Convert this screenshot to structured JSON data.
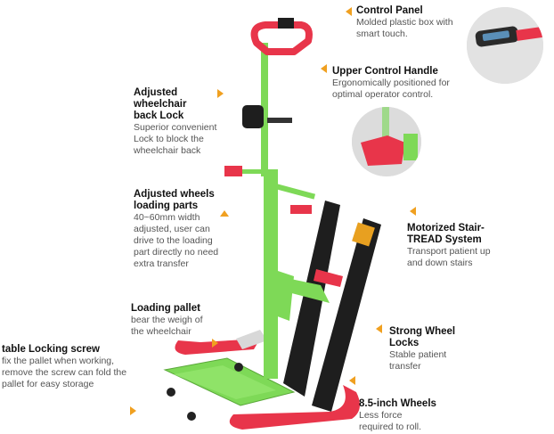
{
  "colors": {
    "frame_green": "#7ed957",
    "handle_red": "#e8354a",
    "track_black": "#1e1e1e",
    "arrow_orange": "#f0a020"
  },
  "callouts": {
    "control_panel": {
      "title": "Control Panel",
      "desc": "Molded plastic box with smart touch."
    },
    "upper_handle": {
      "title": "Upper Control Handle",
      "desc": "Ergonomically positioned for optimal operator control."
    },
    "back_lock": {
      "title": "Adjusted wheelchair back Lock",
      "desc": "Superior convenient Lock to block the wheelchair back"
    },
    "wheels_loading": {
      "title": "Adjusted wheels loading parts",
      "desc": "40~60mm width adjusted, user can drive to the loading part directly no need extra transfer"
    },
    "motorized": {
      "title": "Motorized Stair-TREAD System",
      "desc": "Transport patient up and down stairs"
    },
    "loading_pallet": {
      "title": "Loading pallet",
      "desc": "bear the weigh of the wheelchair"
    },
    "wheel_locks": {
      "title": "Strong Wheel Locks",
      "desc": "Stable patient transfer"
    },
    "table_lock": {
      "title": "table Locking screw",
      "desc": "fix the pallet when working, remove the screw can fold the pallet for easy storage"
    },
    "wheels": {
      "title": "8.5-inch Wheels",
      "desc": "Less force required to roll."
    }
  }
}
